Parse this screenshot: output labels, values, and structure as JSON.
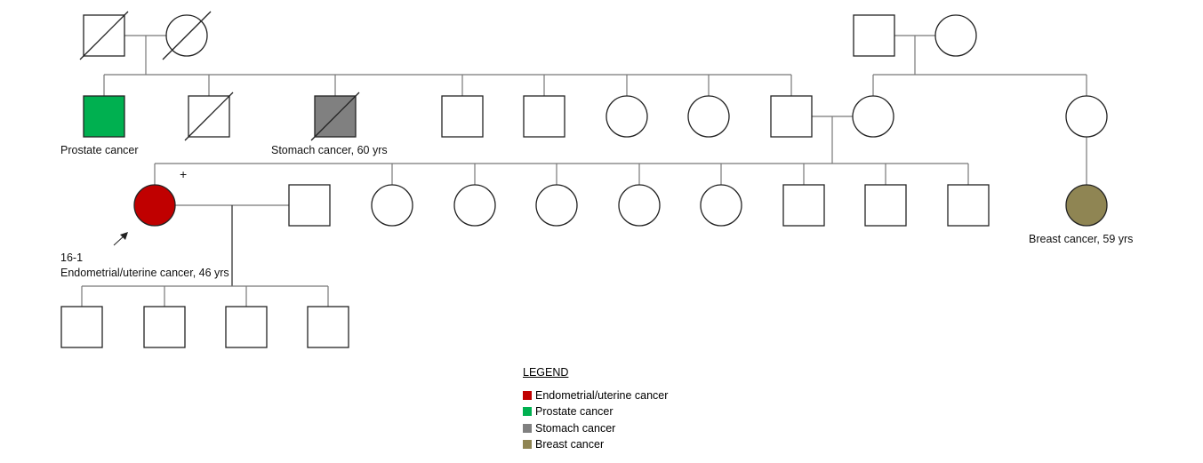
{
  "labels": {
    "prostate": "Prostate cancer",
    "stomach": "Stomach cancer, 60 yrs",
    "proband_id": "16-1",
    "proband_dx": "Endometrial/uterine cancer, 46 yrs",
    "breast": "Breast cancer, 59 yrs",
    "plus": "+"
  },
  "legend": {
    "title": "LEGEND",
    "items": [
      {
        "label": "Endometrial/uterine cancer",
        "color": "#c00000"
      },
      {
        "label": "Prostate cancer",
        "color": "#00b050"
      },
      {
        "label": "Stomach cancer",
        "color": "#808080"
      },
      {
        "label": "Breast cancer",
        "color": "#8f8553"
      }
    ]
  }
}
